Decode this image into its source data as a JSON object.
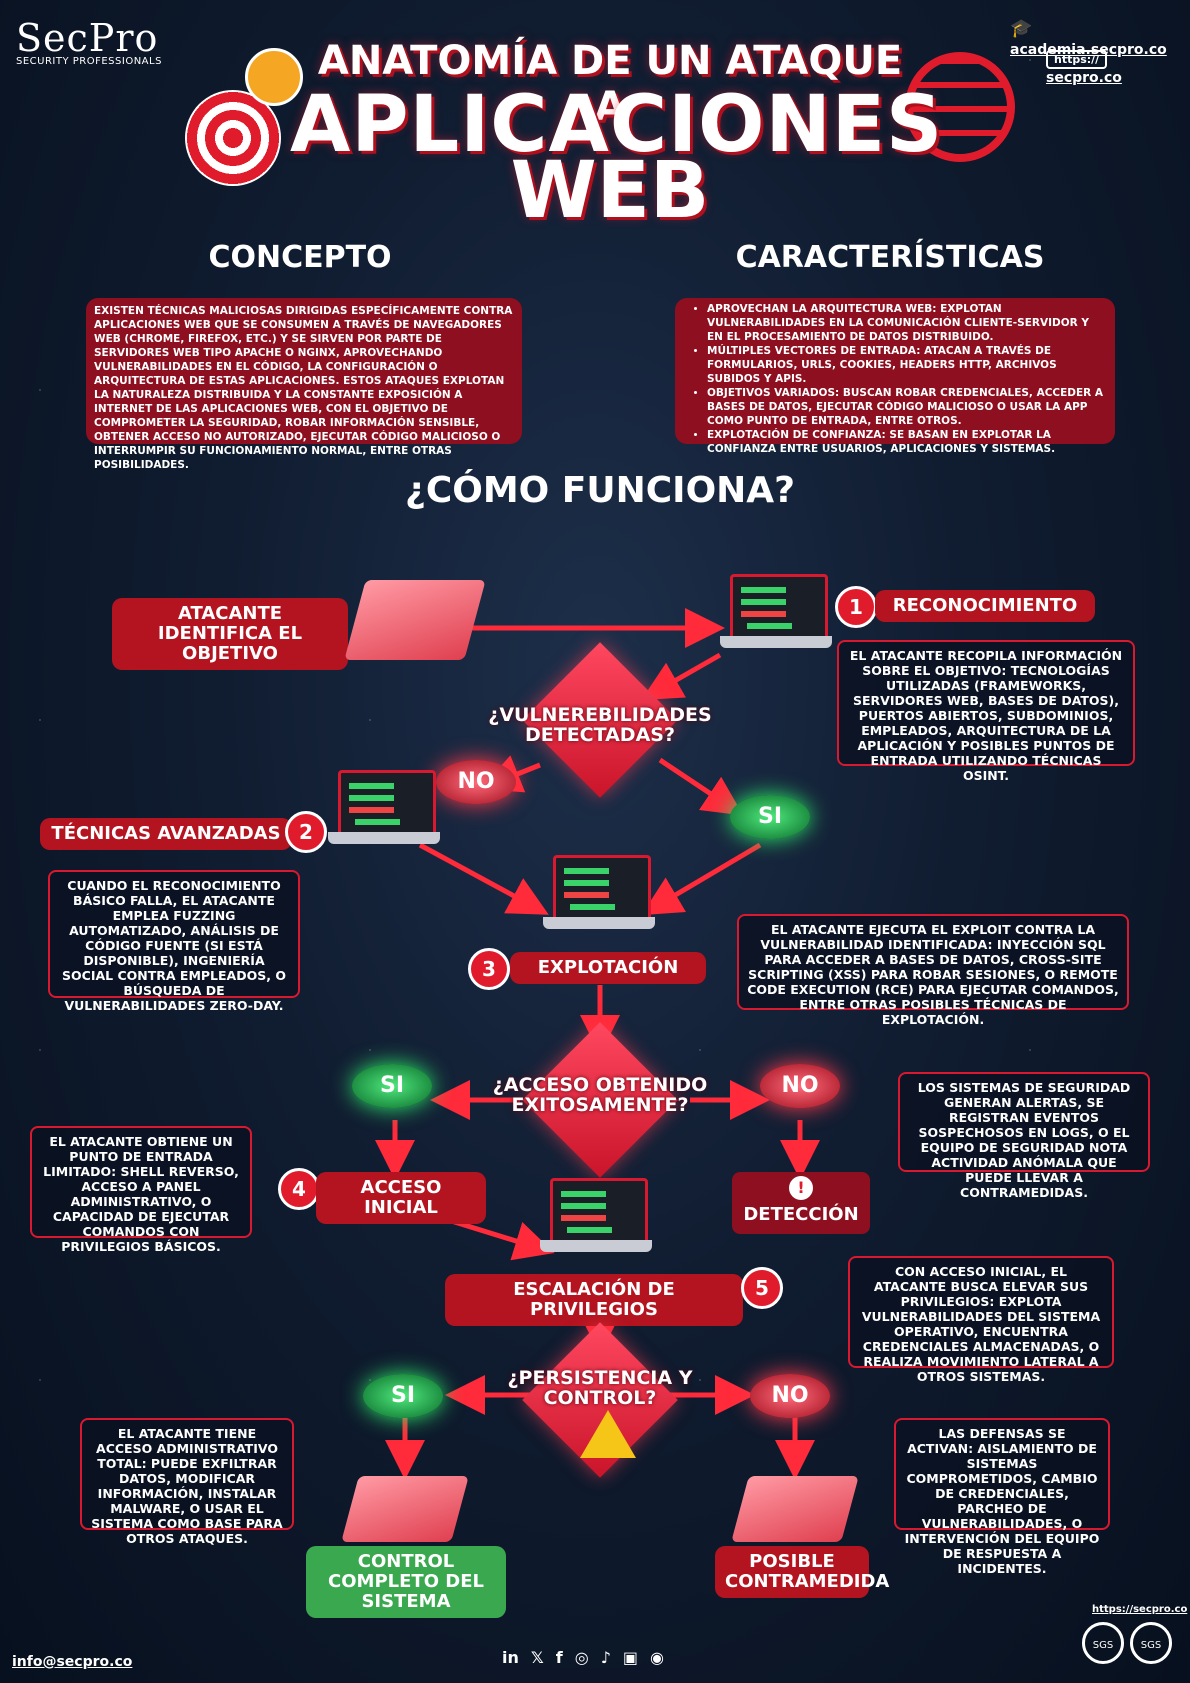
{
  "brand": {
    "name": "SecPro",
    "tagline": "SECURITY PROFESSIONALS"
  },
  "top_links": {
    "academy": "academia.secpro.co",
    "https_label": "https://",
    "site": "secpro.co"
  },
  "title": {
    "line1": "ANATOMÍA DE UN ATAQUE A",
    "line2": "APLICACIONES",
    "line3": "WEB"
  },
  "concept": {
    "heading": "CONCEPTO",
    "text": "EXISTEN TÉCNICAS MALICIOSAS DIRIGIDAS ESPECÍFICAMENTE CONTRA APLICACIONES WEB QUE SE CONSUMEN A TRAVÉS DE NAVEGADORES WEB (CHROME, FIREFOX, ETC.) Y SE SIRVEN POR PARTE DE SERVIDORES WEB TIPO APACHE O NGINX, APROVECHANDO VULNERABILIDADES EN EL CÓDIGO, LA CONFIGURACIÓN O ARQUITECTURA DE ESTAS APLICACIONES. ESTOS ATAQUES EXPLOTAN LA NATURALEZA DISTRIBUIDA Y LA CONSTANTE EXPOSICIÓN A INTERNET DE LAS APLICACIONES WEB, CON EL OBJETIVO DE COMPROMETER LA SEGURIDAD, ROBAR INFORMACIÓN SENSIBLE, OBTENER ACCESO NO AUTORIZADO, EJECUTAR CÓDIGO MALICIOSO O INTERRUMPIR SU FUNCIONAMIENTO NORMAL, ENTRE OTRAS POSIBILIDADES."
  },
  "features": {
    "heading": "CARACTERÍSTICAS",
    "items": [
      "APROVECHAN LA ARQUITECTURA WEB: EXPLOTAN VULNERABILIDADES EN LA COMUNICACIÓN CLIENTE-SERVIDOR Y EN EL PROCESAMIENTO DE DATOS DISTRIBUIDO.",
      "MÚLTIPLES VECTORES DE ENTRADA: ATACAN A TRAVÉS DE FORMULARIOS, URLS, COOKIES, HEADERS HTTP, ARCHIVOS SUBIDOS Y APIS.",
      "OBJETIVOS VARIADOS: BUSCAN ROBAR CREDENCIALES, ACCEDER A BASES DE DATOS, EJECUTAR CÓDIGO MALICIOSO O USAR LA APP COMO PUNTO DE ENTRADA, ENTRE OTROS.",
      "EXPLOTACIÓN DE CONFIANZA: SE BASAN EN EXPLOTAR LA CONFIANZA ENTRE USUARIOS, APLICACIONES Y SISTEMAS."
    ]
  },
  "how": {
    "heading": "¿CÓMO FUNCIONA?"
  },
  "flow": {
    "start": "ATACANTE IDENTIFICA EL OBJETIVO",
    "step1": {
      "num": "1",
      "label": "RECONOCIMIENTO",
      "desc": "EL ATACANTE RECOPILA INFORMACIÓN SOBRE EL OBJETIVO: TECNOLOGÍAS UTILIZADAS (FRAMEWORKS, SERVIDORES WEB, BASES DE DATOS), PUERTOS ABIERTOS, SUBDOMINIOS, EMPLEADOS, ARQUITECTURA DE LA APLICACIÓN Y POSIBLES PUNTOS DE ENTRADA UTILIZANDO TÉCNICAS OSINT."
    },
    "q1": {
      "label": "¿VULNEREBILIDADES DETECTADAS?",
      "no": "NO",
      "yes": "SI"
    },
    "step2": {
      "num": "2",
      "label": "TÉCNICAS AVANZADAS",
      "desc": "CUANDO EL RECONOCIMIENTO BÁSICO FALLA, EL ATACANTE EMPLEA FUZZING AUTOMATIZADO, ANÁLISIS DE CÓDIGO FUENTE (SI ESTÁ DISPONIBLE), INGENIERÍA SOCIAL CONTRA EMPLEADOS, O BÚSQUEDA DE VULNERABILIDADES ZERO-DAY."
    },
    "step3": {
      "num": "3",
      "label": "EXPLOTACIÓN",
      "desc": "EL ATACANTE EJECUTA EL EXPLOIT CONTRA LA VULNERABILIDAD IDENTIFICADA: INYECCIÓN SQL PARA ACCEDER A BASES DE DATOS, CROSS-SITE SCRIPTING (XSS) PARA ROBAR SESIONES, O REMOTE CODE EXECUTION (RCE) PARA EJECUTAR COMANDOS, ENTRE OTRAS POSIBLES TÉCNICAS DE EXPLOTACIÓN."
    },
    "q2": {
      "label": "¿ACCESO OBTENIDO EXITOSAMENTE?",
      "yes": "SI",
      "no": "NO"
    },
    "detection": {
      "label": "DETECCIÓN",
      "desc": "LOS SISTEMAS DE SEGURIDAD GENERAN ALERTAS, SE REGISTRAN EVENTOS SOSPECHOSOS EN LOGS, O EL EQUIPO DE SEGURIDAD NOTA ACTIVIDAD ANÓMALA QUE PUEDE LLEVAR A CONTRAMEDIDAS."
    },
    "step4": {
      "num": "4",
      "label": "ACCESO INICIAL",
      "desc": "EL ATACANTE OBTIENE UN PUNTO DE ENTRADA LIMITADO: SHELL REVERSO, ACCESO A PANEL ADMINISTRATIVO, O CAPACIDAD DE EJECUTAR COMANDOS CON PRIVILEGIOS BÁSICOS."
    },
    "step5": {
      "num": "5",
      "label": "ESCALACIÓN DE PRIVILEGIOS",
      "desc": "CON ACCESO INICIAL, EL ATACANTE BUSCA ELEVAR SUS PRIVILEGIOS: EXPLOTA VULNERABILIDADES DEL SISTEMA OPERATIVO, ENCUENTRA CREDENCIALES ALMACENADAS, O REALIZA MOVIMIENTO LATERAL A OTROS SISTEMAS."
    },
    "q3": {
      "label": "¿PERSISTENCIA Y CONTROL?",
      "yes": "SI",
      "no": "NO"
    },
    "end_yes": {
      "label": "CONTROL COMPLETO DEL SISTEMA",
      "desc": "EL ATACANTE TIENE ACCESO ADMINISTRATIVO TOTAL: PUEDE EXFILTRAR DATOS, MODIFICAR INFORMACIÓN, INSTALAR MALWARE, O USAR EL SISTEMA COMO BASE PARA OTROS ATAQUES."
    },
    "end_no": {
      "label": "POSIBLE CONTRAMEDIDA",
      "desc": "LAS DEFENSAS SE ACTIVAN: AISLAMIENTO DE SISTEMAS COMPROMETIDOS, CAMBIO DE CREDENCIALES, PARCHEO DE VULNERABILIDADES, O INTERVENCIÓN DEL EQUIPO DE RESPUESTA A INCIDENTES."
    }
  },
  "footer": {
    "email": "info@secpro.co",
    "url": "https://secpro.co",
    "socials": [
      "in",
      "𝕏",
      "f",
      "◎",
      "♪",
      "▣",
      "◉"
    ],
    "badges": [
      "SGS",
      "SGS"
    ]
  },
  "colors": {
    "accent": "#e01c2c",
    "box": "#8e0f1f",
    "yes": "#2eea6a",
    "bg": "#0e1a2e"
  }
}
